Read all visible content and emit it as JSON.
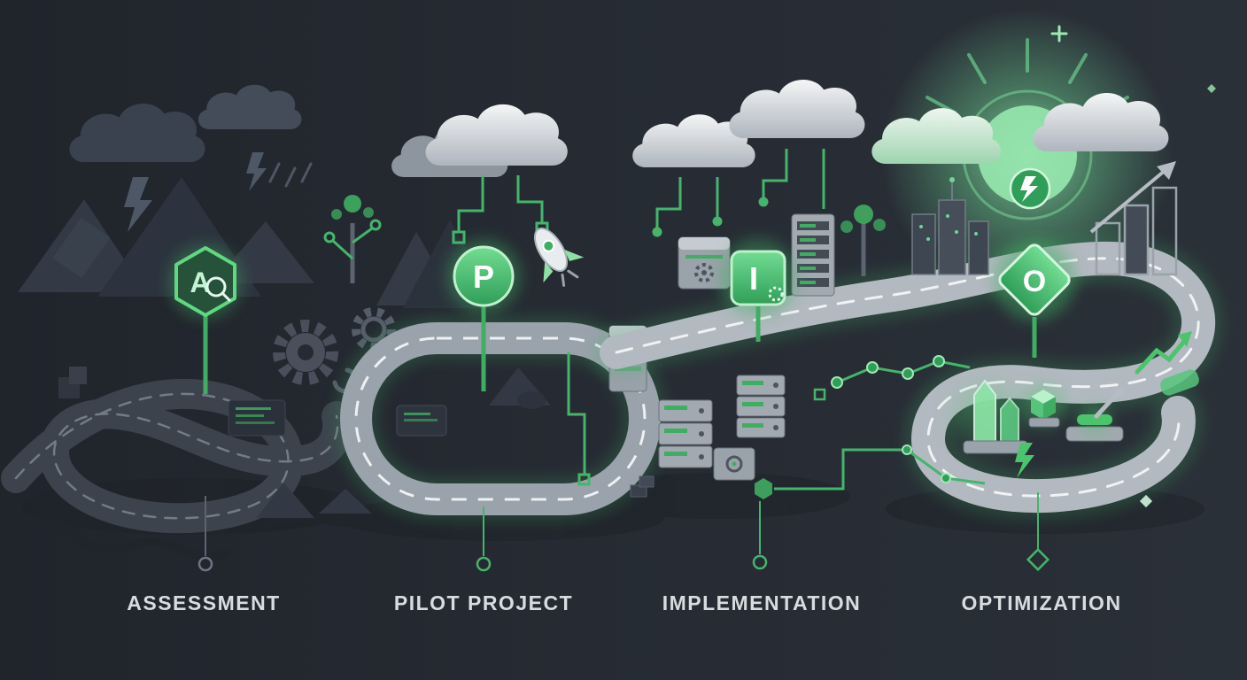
{
  "scene": {
    "title": "AI adoption roadmap illustration",
    "background": "#262b33",
    "accent_green": "#4cc46d",
    "label_color": "#d9dcdf",
    "road_gray": "#b2b9c0",
    "dark_road": "#3c434d"
  },
  "stages": [
    {
      "label": "ASSESSMENT",
      "sign_letter": "A",
      "sign_shape": "hexagon",
      "marker": "circle"
    },
    {
      "label": "PILOT PROJECT",
      "sign_letter": "P",
      "sign_shape": "circle",
      "marker": "circle"
    },
    {
      "label": "IMPLEMENTATION",
      "sign_letter": "I",
      "sign_shape": "rounded-square",
      "marker": "circle"
    },
    {
      "label": "OPTIMIZATION",
      "sign_letter": "O",
      "sign_shape": "diamond",
      "marker": "diamond"
    }
  ],
  "icons": [
    "storm-cloud-icon",
    "lightning-icon",
    "mountain-icon",
    "tangled-road-icon",
    "gear-icon",
    "magnifier-icon",
    "circuit-tree-icon",
    "rocket-icon",
    "cloud-icon",
    "server-icon",
    "circuit-node-icon",
    "sun-icon",
    "bolt-badge-icon",
    "building-icon",
    "growth-arrow-icon",
    "crystal-icon",
    "cube-icon",
    "sparkle-icon"
  ]
}
